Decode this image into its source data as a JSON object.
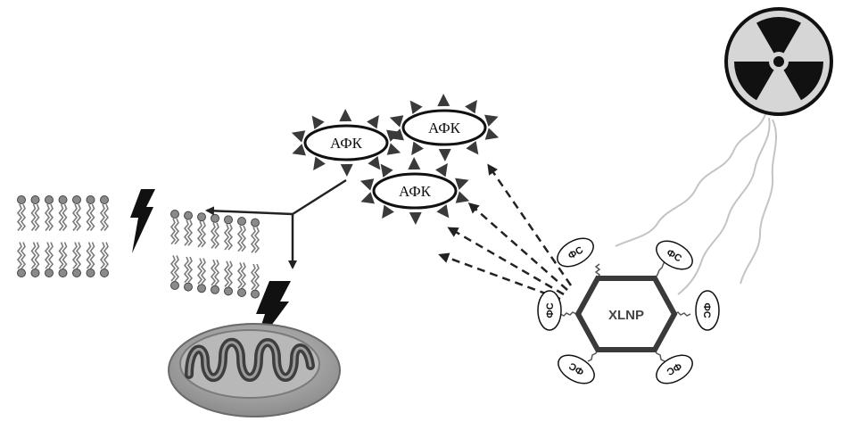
{
  "diagram": {
    "ros_label": "АФК",
    "nanoparticle_label": "XLNP",
    "photosensitizer_label": "ФС"
  },
  "colors": {
    "stroke": "#1e1e1e",
    "hexagon": "#3a3a3a",
    "lipid_head": "#8a8a8a",
    "radiation_wave": "#c8c8c8",
    "mito_outer": "#9a9a9a",
    "mito_inner": "#4a4a4a"
  },
  "icons": [
    "radiation-icon",
    "lightning-icon",
    "mitochondrion-icon",
    "lipid-bilayer-icon"
  ]
}
